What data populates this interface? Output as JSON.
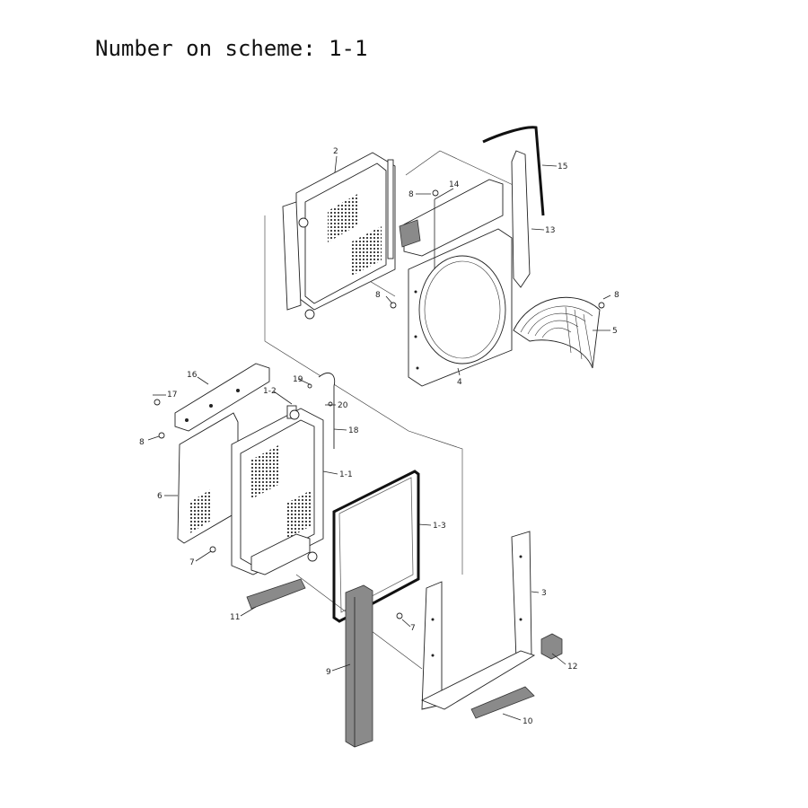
{
  "title": "Number on scheme: 1-1",
  "callouts": {
    "c1_1": "1-1",
    "c1_2": "1-2",
    "c1_3": "1-3",
    "c2": "2",
    "c3": "3",
    "c4": "4",
    "c5": "5",
    "c6": "6",
    "c7a": "7",
    "c7b": "7",
    "c8a": "8",
    "c8b": "8",
    "c8c": "8",
    "c8d": "8",
    "c9": "9",
    "c10": "10",
    "c11": "11",
    "c12": "12",
    "c13": "13",
    "c14": "14",
    "c15": "15",
    "c16": "16",
    "c17": "17",
    "c18": "18",
    "c19": "19",
    "c20": "20"
  }
}
